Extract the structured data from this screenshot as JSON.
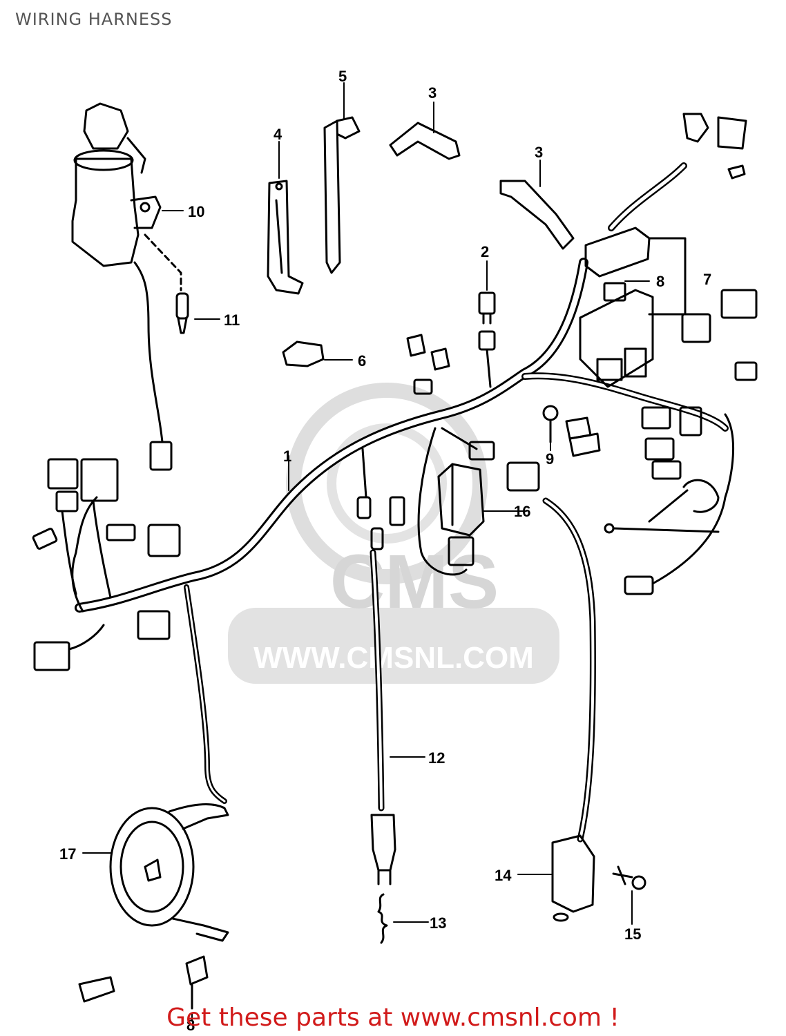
{
  "title": "WIRING HARNESS",
  "watermark": {
    "logo_text": "CMS",
    "url_text": "WWW.CMSNL.COM",
    "color": "#d9d9d9"
  },
  "footer": {
    "text": "Get these parts at www.cmsnl.com !",
    "color": "#d11a1a"
  },
  "callouts": [
    {
      "id": "1",
      "label": "1"
    },
    {
      "id": "2",
      "label": "2"
    },
    {
      "id": "3a",
      "label": "3"
    },
    {
      "id": "3b",
      "label": "3"
    },
    {
      "id": "4",
      "label": "4"
    },
    {
      "id": "5",
      "label": "5"
    },
    {
      "id": "6",
      "label": "6"
    },
    {
      "id": "7",
      "label": "7"
    },
    {
      "id": "8a",
      "label": "8"
    },
    {
      "id": "8b",
      "label": "8"
    },
    {
      "id": "9",
      "label": "9"
    },
    {
      "id": "10",
      "label": "10"
    },
    {
      "id": "11",
      "label": "11"
    },
    {
      "id": "12",
      "label": "12"
    },
    {
      "id": "13",
      "label": "13"
    },
    {
      "id": "14",
      "label": "14"
    },
    {
      "id": "15",
      "label": "15"
    },
    {
      "id": "16",
      "label": "16"
    },
    {
      "id": "17",
      "label": "17"
    }
  ]
}
